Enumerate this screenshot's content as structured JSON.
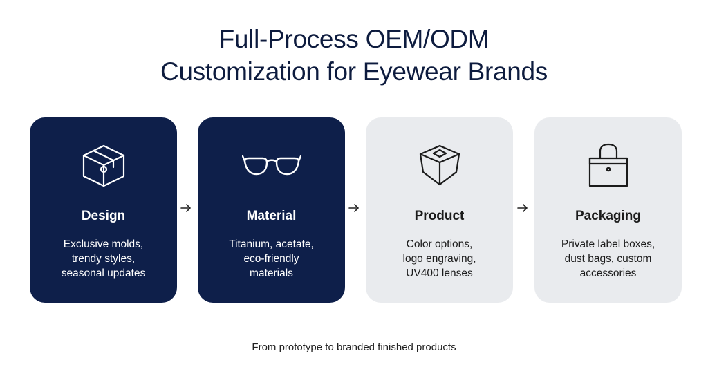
{
  "title": {
    "line1": "Full-Process OEM/ODM",
    "line2": "Customization for Eyewear Brands"
  },
  "steps": [
    {
      "heading": "Design",
      "description": [
        "Exclusive molds,",
        "trendy styles,",
        "seasonal updates"
      ],
      "icon": "cube-icon",
      "theme": "dark"
    },
    {
      "heading": "Material",
      "description": [
        "Titanium, acetate,",
        "eco-friendly",
        "materials"
      ],
      "icon": "glasses-icon",
      "theme": "dark"
    },
    {
      "heading": "Product",
      "description": [
        "Color options,",
        "logo engraving,",
        "UV400 lenses"
      ],
      "icon": "open-box-icon",
      "theme": "light"
    },
    {
      "heading": "Packaging",
      "description": [
        "Private label boxes,",
        "dust bags, custom",
        "accessories"
      ],
      "icon": "shopping-bag-icon",
      "theme": "light"
    }
  ],
  "footer": "From prototype to branded finished products",
  "colors": {
    "navy": "#0e1f4a",
    "light_card": "#e9ebee",
    "title": "#0d1b3e"
  }
}
